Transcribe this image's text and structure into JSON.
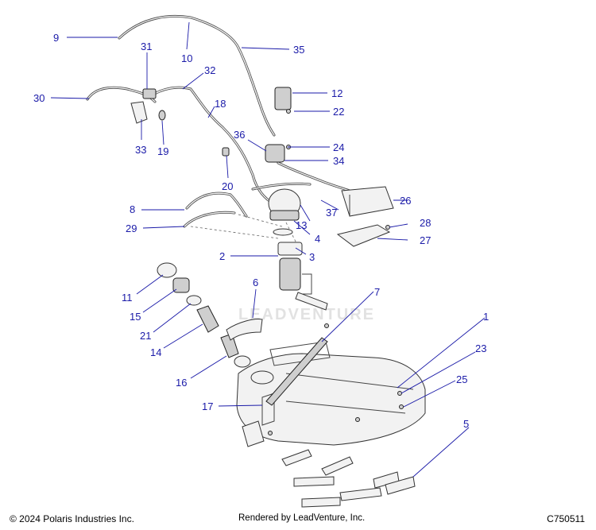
{
  "footer": {
    "copyright": "© 2024 Polaris Industries Inc.",
    "rendered_by": "Rendered by LeadVenture, Inc.",
    "diagram_code": "C750511"
  },
  "watermark": "LEADVENTURE",
  "callouts": {
    "c1": "1",
    "c2": "2",
    "c3": "3",
    "c4": "4",
    "c5": "5",
    "c6": "6",
    "c7": "7",
    "c8": "8",
    "c9": "9",
    "c10": "10",
    "c11": "11",
    "c12": "12",
    "c13": "13",
    "c14": "14",
    "c15": "15",
    "c16": "16",
    "c17": "17",
    "c18": "18",
    "c19": "19",
    "c20": "20",
    "c21": "21",
    "c22": "22",
    "c23": "23",
    "c24": "24",
    "c25": "25",
    "c26": "26",
    "c27": "27",
    "c28": "28",
    "c29": "29",
    "c30": "30",
    "c31": "31",
    "c32": "32",
    "c33": "33",
    "c34": "34",
    "c35": "35",
    "c36": "36",
    "c37": "37"
  },
  "colors": {
    "callout": "#1a1aa8",
    "line_art": "#333333"
  }
}
